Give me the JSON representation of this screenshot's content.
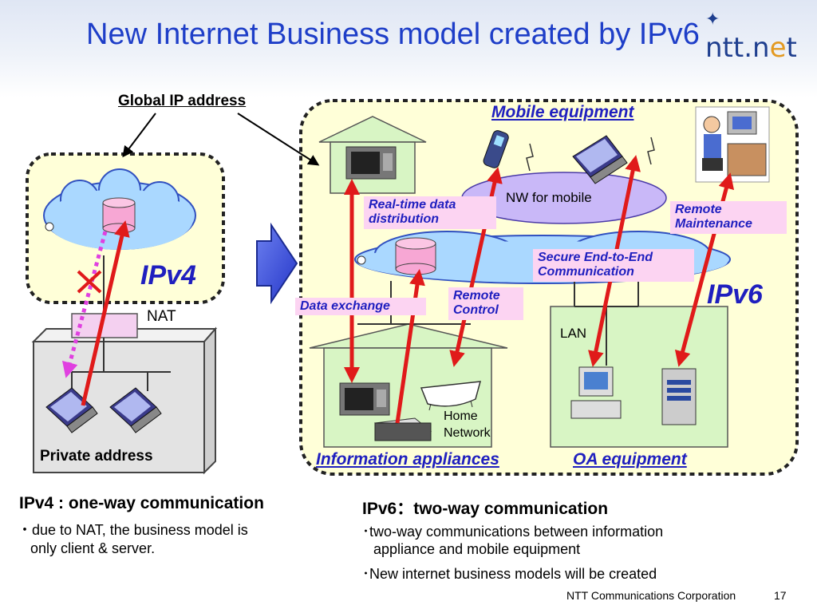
{
  "title": "New Internet Business model created by IPv6",
  "logo": {
    "a": "ntt.n",
    "b": "e",
    "c": "t"
  },
  "labels": {
    "global_ip": "Global IP address",
    "mobile_equipment": "Mobile equipment",
    "nw_mobile": "NW for mobile",
    "realtime": "Real-time data distribution",
    "remote_maintenance": "Remote Maintenance",
    "secure": "Secure End-to-End Communication",
    "ipv4": "IPv4",
    "ipv6": "IPv6",
    "nat": "NAT",
    "data_exchange": "Data exchange",
    "remote_control": "Remote Control",
    "lan": "LAN",
    "home_network": "Home Network",
    "private_address": "Private address",
    "info_appliances": "Information appliances",
    "oa_equipment": "OA equipment"
  },
  "bottom": {
    "ipv4_head": "IPv4 : one-way communication",
    "ipv4_line1": "・due to NAT, the business model is",
    "ipv4_line2": "only client & server.",
    "ipv6_head": "IPv6：two-way communication",
    "ipv6_line1": "･two-way communications between information",
    "ipv6_line2": "appliance and mobile equipment",
    "ipv6_line3": "･New internet business models will be created"
  },
  "footer": {
    "company": "NTT Communications Corporation",
    "page": "17"
  },
  "colors": {
    "accent_blue": "#1f1fbf",
    "arrow_red": "#e01a1a",
    "magenta": "#e040e0",
    "pink_box": "#fcd4f2"
  }
}
